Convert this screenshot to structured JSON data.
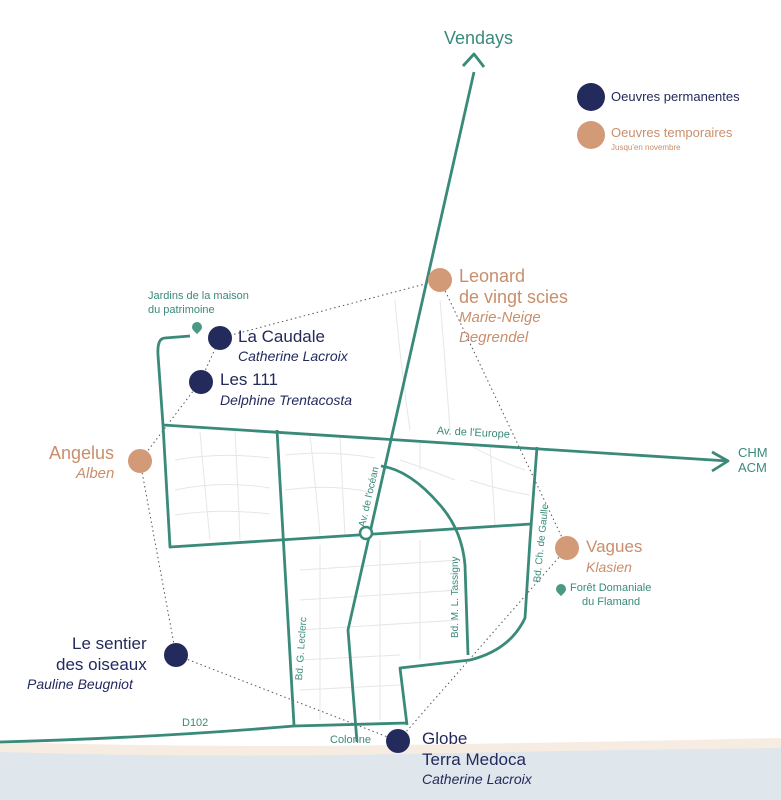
{
  "legend": {
    "permanent": "Oeuvres permanentes",
    "temporary": "Oeuvres temporaires",
    "temporary_note": "Jusqu'en novembre"
  },
  "destinations": {
    "north": "Vendays",
    "east_line1": "CHM",
    "east_line2": "ACM"
  },
  "streets": {
    "europe": "Av. de l'Europe",
    "ocean": "Av. de l'océan",
    "degaulle": "Bd. Ch. de Gaulle",
    "tassigny": "Bd. M. L. Tassigny",
    "leclerc": "Bd. G. Leclerc",
    "d102": "D102"
  },
  "places": {
    "jardins": "Jardins de la maison",
    "jardins_2": "du patrimoine",
    "foret": "Forêt Domaniale",
    "foret_2": "du Flamand",
    "colonne": "Colonne"
  },
  "artworks": [
    {
      "title": "La Caudale",
      "artist": "Catherine Lacroix",
      "type": "permanent"
    },
    {
      "title": "Les 111",
      "artist": "Delphine Trentacosta",
      "type": "permanent"
    },
    {
      "title": "Leonard",
      "title_2": "de vingt scies",
      "artist": "Marie-Neige",
      "artist_2": "Degrendel",
      "type": "temporary"
    },
    {
      "title": "Angelus",
      "artist": "Alben",
      "type": "temporary"
    },
    {
      "title": "Vagues",
      "artist": "Klasien",
      "type": "temporary"
    },
    {
      "title": "Le sentier",
      "title_2": "des oiseaux",
      "artist": "Pauline Beugniot",
      "type": "permanent"
    },
    {
      "title": "Globe",
      "title_2": "Terra Medoca",
      "artist": "Catherine Lacroix",
      "type": "permanent"
    }
  ],
  "colors": {
    "road": "#3a8a7a",
    "permanent": "#232a5c",
    "temporary": "#d39a78",
    "sea": "#dfe6ec",
    "sand": "#f6ece2"
  }
}
